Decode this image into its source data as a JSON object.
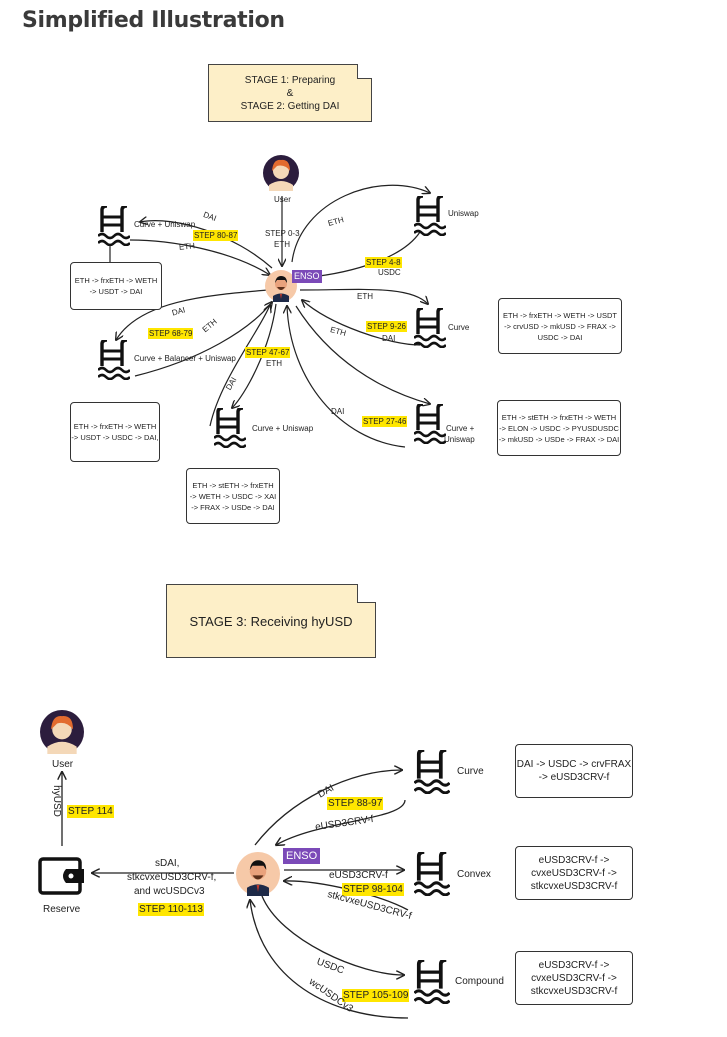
{
  "title": "Simplified Illustration",
  "stage12": {
    "line1": "STAGE 1:  Preparing",
    "line2": "&",
    "line3": "STAGE 2: Getting DAI"
  },
  "stage3": {
    "label": "STAGE 3: Receiving hyUSD"
  },
  "top": {
    "user_label": "User",
    "enso": "ENSO",
    "user_edge": {
      "step": "STEP 0-3",
      "token": "ETH"
    },
    "pools": {
      "curve_uniswap_left": "Curve + Uniswap",
      "uniswap": "Uniswap",
      "curve": "Curve",
      "curve_balancer_uniswap": "Curve + Balancer + Uniswap",
      "curve_uniswap_bottom": "Curve + Uniswap",
      "curve_uniswap_right_1": "Curve +",
      "curve_uniswap_right_2": "Uniswap"
    },
    "edges": {
      "dai_a": "DAI",
      "eth_a": "ETH",
      "step_a": "STEP 80-87",
      "eth_b": "ETH",
      "step_b": "STEP 4-8",
      "usdc_b": "USDC",
      "eth_c": "ETH",
      "eth_c2": "ETH",
      "step_c": "STEP 9-26",
      "dai_c": "DAI",
      "dai_d": "DAI",
      "step_d": "STEP 68-79",
      "eth_d": "ETH",
      "step_e": "STEP 47-67",
      "eth_e": "ETH",
      "dai_e": "DAI",
      "dai_f": "DAI",
      "step_f": "STEP 27-46"
    },
    "callouts": {
      "a": "ETH -> frxETH -> WETH\n-> USDT -> DAI",
      "c": "ETH -> frxETH -> WETH -> USDT\n-> crvUSD -> mkUSD -> FRAX ->\nUSDC -> DAI",
      "d": "ETH -> frxETH -> WETH\n-> USDT -> USDC -> DAI,",
      "e": "ETH -> stETH -> frxETH\n-> WETH -> USDC -> XAI\n-> FRAX -> USDe -> DAI",
      "f": "ETH -> stETH -> frxETH -> WETH\n-> ELON -> USDC -> PYUSDUSDC\n-> mkUSD -> USDe -> FRAX -> DAI"
    }
  },
  "bottom": {
    "user_label": "User",
    "enso": "ENSO",
    "reserve": "Reserve",
    "hyusd": "hyUSD",
    "step_114": "STEP 114",
    "reserve_edge": {
      "l1": "sDAI,",
      "l2": "stkcvxeUSD3CRV-f,",
      "l3": "and wcUSDCv3",
      "step": "STEP 110-113"
    },
    "pools": {
      "curve": "Curve",
      "convex": "Convex",
      "compound": "Compound"
    },
    "edges": {
      "dai": "DAI",
      "step_curve": "STEP 88-97",
      "eusd_back": "eUSD3CRV-f",
      "eusd_out": "eUSD3CRV-f",
      "step_convex": "STEP 98-104",
      "stk_back": "stkcvxeUSD3CRV-f",
      "usdc": "USDC",
      "step_compound": "STEP 105-109",
      "wcusdc": "wcUSDCv3"
    },
    "callouts": {
      "curve": "DAI -> USDC -> crvFRAX\n-> eUSD3CRV-f",
      "convex": "eUSD3CRV-f ->\ncvxeUSD3CRV-f ->\nstkcvxeUSD3CRV-f",
      "compound": "eUSD3CRV-f ->\ncvxeUSD3CRV-f ->\nstkcvxeUSD3CRV-f"
    }
  },
  "colors": {
    "note_fill": "#fdefc8",
    "highlight": "#ffe600",
    "enso_badge": "#7b4ab8",
    "avatar_bg": "#f6c9a8",
    "user_bg": "#2c1d3d"
  }
}
